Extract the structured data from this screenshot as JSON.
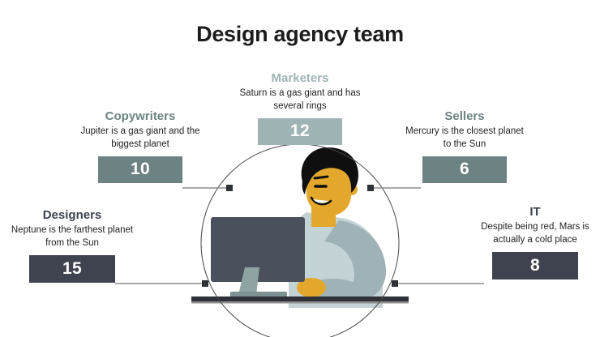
{
  "slide": {
    "title": "Design agency team",
    "background_color": "#ffffff"
  },
  "palette": {
    "light_sage": "#9fb5b5",
    "slate_green": "#6d8283",
    "charcoal": "#3e434f",
    "body_text": "#1f1f1f",
    "title_text": "#1c1c1c",
    "circle_stroke": "#4a4a4a",
    "connector_line": "#8c8c8c"
  },
  "callouts": [
    {
      "id": "marketers",
      "heading": "Marketers",
      "description": "Saturn is a gas giant and has several rings",
      "value": "12",
      "color": "#9fb5b5"
    },
    {
      "id": "copywriters",
      "heading": "Copywriters",
      "description": "Jupiter is a gas giant and the biggest planet",
      "value": "10",
      "color": "#6d8283"
    },
    {
      "id": "sellers",
      "heading": "Sellers",
      "description": "Mercury is the closest planet to the Sun",
      "value": "6",
      "color": "#6d8283"
    },
    {
      "id": "designers",
      "heading": "Designers",
      "description": "Neptune is the farthest planet from the Sun",
      "value": "15",
      "color": "#3e434f"
    },
    {
      "id": "it",
      "heading": "IT",
      "description": "Despite being red, Mars is actually a cold place",
      "value": "8",
      "color": "#3e434f"
    }
  ],
  "illustration": {
    "name": "person-at-desktop-computer",
    "colors": {
      "hair": "#0f0f0f",
      "skin": "#e3a82b",
      "shirt": "#c3d3d6",
      "sleeve": "#9fb2b5",
      "monitor_screen": "#4a505c",
      "monitor_stand": "#8fa3a3",
      "desk": "#2f3138"
    }
  }
}
